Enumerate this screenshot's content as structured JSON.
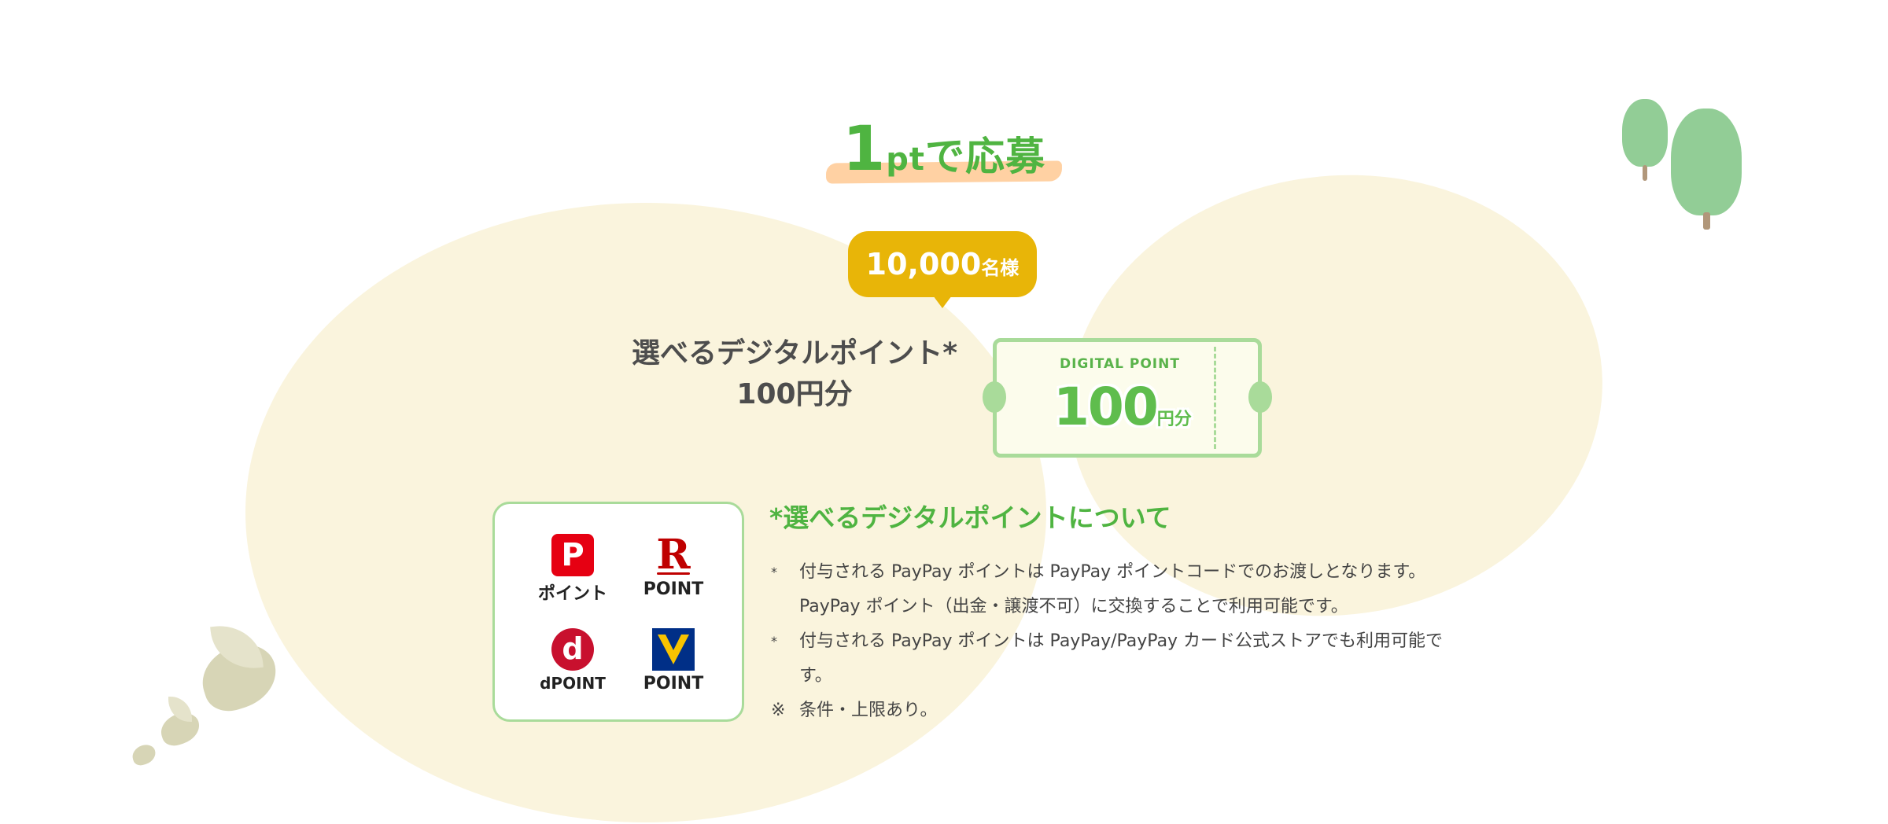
{
  "headline": {
    "number": "1",
    "suffix_pt": "pt",
    "rest": "で応募"
  },
  "badge": {
    "count": "10,000",
    "unit": "名様"
  },
  "prize": {
    "line1": "選べるデジタルポイント*",
    "line2": "100円分"
  },
  "coupon": {
    "label": "DIGITAL POINT",
    "value": "100",
    "unit": "円分"
  },
  "logos": [
    {
      "icon": "paypay-icon",
      "mark": "P",
      "caption": "ポイント"
    },
    {
      "icon": "rakuten-icon",
      "mark": "R",
      "caption": "POINT"
    },
    {
      "icon": "d-point-icon",
      "mark": "d",
      "caption": "dPOINT"
    },
    {
      "icon": "v-point-icon",
      "mark": "",
      "caption": "POINT"
    }
  ],
  "about": {
    "title": "*選べるデジタルポイントについて",
    "notes": [
      {
        "marker": "*",
        "text": "付与される PayPay ポイントは PayPay ポイントコードでのお渡しとなります。PayPay ポイント（出金・譲渡不可）に交換することで利用可能です。"
      },
      {
        "marker": "*",
        "text": "付与される PayPay ポイントは PayPay/PayPay カード公式ストアでも利用可能です。"
      },
      {
        "marker": "※",
        "text": "条件・上限あり。"
      }
    ]
  },
  "colors": {
    "accent_green": "#4fb441",
    "badge_gold": "#e8b508",
    "blob_cream": "#faf4dd",
    "coupon_border": "#a9db9a"
  }
}
